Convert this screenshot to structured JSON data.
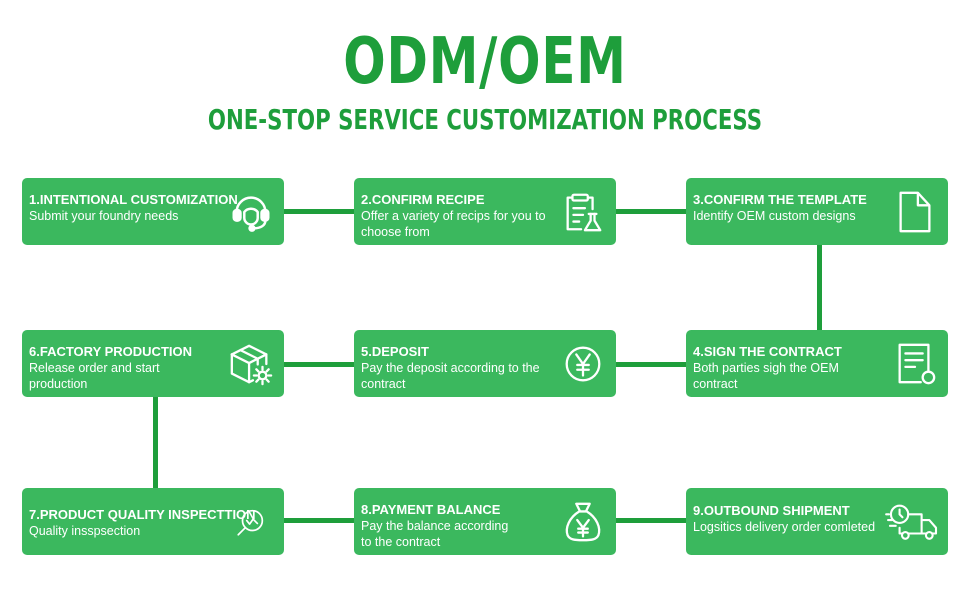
{
  "header": {
    "title": "ODM/OEM",
    "subtitle": "ONE-STOP SERVICE CUSTOMIZATION PROCESS"
  },
  "colors": {
    "title_green": "#1e9e3b",
    "box_green": "#3bb85e",
    "connector_green": "#1e9e3b"
  },
  "steps": [
    {
      "title": "1.INTENTIONAL CUSTOMIZATION",
      "desc": "Submit your foundry needs",
      "icon": "customer-service-headset-icon"
    },
    {
      "title": "2.CONFIRM RECIPE",
      "desc": "Offer a variety of recips for you to choose from",
      "icon": "clipboard-flask-icon"
    },
    {
      "title": "3.CONFIRM THE TEMPLATE",
      "desc": "Identify OEM custom designs",
      "icon": "document-icon"
    },
    {
      "title": "4.SIGN THE CONTRACT",
      "desc": "Both parties sigh the OEM contract",
      "icon": "contract-icon"
    },
    {
      "title": "5.DEPOSIT",
      "desc": "Pay the deposit according to the contract",
      "icon": "yen-coin-icon"
    },
    {
      "title": "6.FACTORY PRODUCTION",
      "desc": "Release order and start production",
      "icon": "box-gear-icon"
    },
    {
      "title": "7.PRODUCT QUALITY INSPECTTION",
      "desc": "Quality insspsection",
      "icon": "magnifier-chart-icon"
    },
    {
      "title": "8.PAYMENT BALANCE",
      "desc": "Pay the balance according to the contract",
      "icon": "money-bag-icon"
    },
    {
      "title": "9.OUTBOUND SHIPMENT",
      "desc": "Logsitics delivery order comleted",
      "icon": "delivery-truck-icon"
    }
  ]
}
